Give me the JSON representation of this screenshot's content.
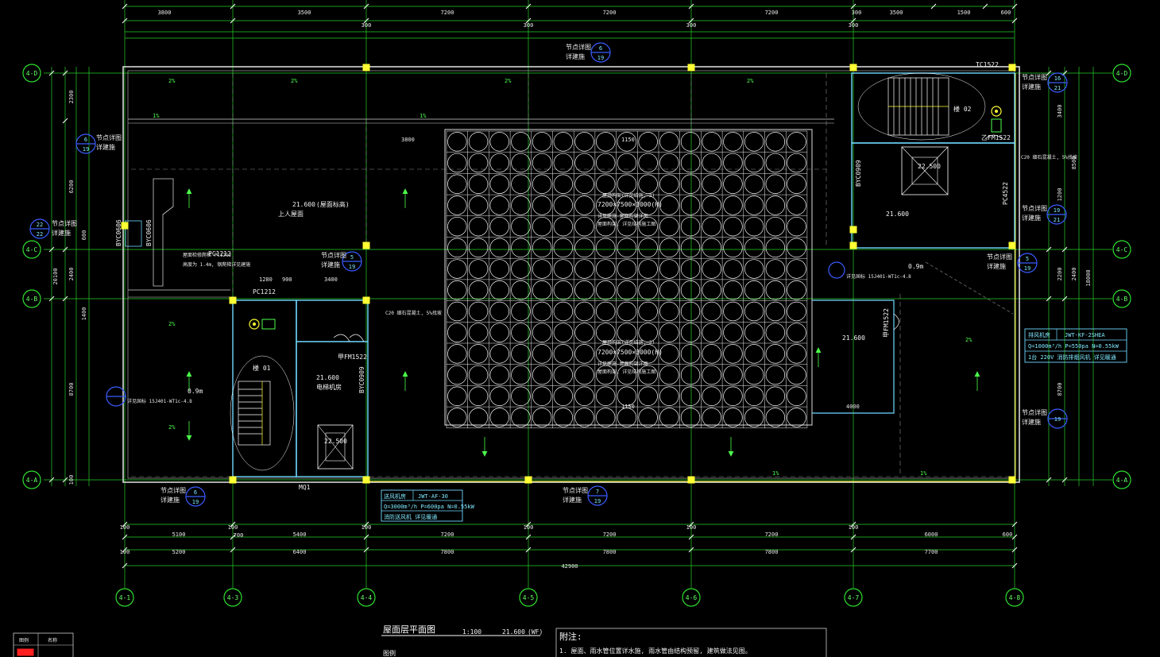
{
  "drawing": {
    "title": "屋面层平面图",
    "scale": "1:100",
    "level": "21.600",
    "level_suffix": "(WF)",
    "notes_heading": "附注:",
    "notes_line1": "1. 屋面、雨水管位置详水施, 雨水管由结构预留, 建筑做法见图。",
    "left_table_headers": [
      "图例",
      "名称"
    ],
    "left_table_note": "图例"
  },
  "axes": {
    "horizontal": [
      "4-D",
      "4-C",
      "4-B",
      "4-A"
    ],
    "vertical": [
      "4-1",
      "4-3",
      "4-4",
      "4-5",
      "4-6",
      "4-7",
      "4-8"
    ]
  },
  "dimensions": {
    "top_row1": [
      "3800",
      "3500",
      "7200",
      "7200",
      "7200",
      "300",
      "3500",
      "1500",
      "600"
    ],
    "top_row2": [
      "300",
      "300",
      "300",
      "300"
    ],
    "bottom_row1": [
      "5100",
      "5400",
      "7200",
      "7200",
      "7200",
      "6000",
      "600"
    ],
    "bottom_row2": [
      "5200",
      "6400",
      "7800",
      "7800",
      "7800",
      "7700"
    ],
    "bottom_small": [
      "100",
      "100",
      "700",
      "100",
      "100",
      "100",
      "100",
      "100"
    ],
    "total": "42900",
    "left_col": [
      "2300",
      "6200",
      "600",
      "2400",
      "1400",
      "8700",
      "100"
    ],
    "left_total": "20100",
    "right_col": [
      "3400",
      "1200",
      "2400",
      "8700",
      "2200",
      "8500"
    ],
    "right_total": "18000"
  },
  "labels": {
    "roof_level_upper": "21.600",
    "roof_note_upper": "(屋面标高)",
    "roof_note_upper2": "上人屋面",
    "level_21600": "21.600",
    "level_22500": "22.500",
    "level_22500b": "22.500",
    "level_21600c": "21.600",
    "level_21600d": "21.600",
    "slope_2pct": "2%",
    "slope_1pct": "1%",
    "tc_label": "TC1522",
    "pc_upper": "PC1212",
    "pc_mid": "PC1212",
    "pc_right": "PC4522",
    "by_left": "BYC0606",
    "by_left2": "BYC0606",
    "by_mid": "BYC0909",
    "by_right": "BYC0909",
    "fm_mid": "甲FM1522",
    "fm_right": "甲FM1522",
    "fm_upper_right": "乙FM1522",
    "mq_label": "MQ1",
    "stair_mid": "楼 01",
    "stair_right": "楼 02",
    "grille_text_top": "7200×7500×3000(H)",
    "grille_text_top2": "屋顶构架(详见结施, 3)",
    "grille_text_top3": "详见建施-屋面构架详图",
    "grille_text_top4": "屋面构架, 详见结构施工图",
    "grille_text_mid": "7200×7500×3000(H)",
    "grille_text_mid2": "屋顶构架(详见结施, 3)",
    "grille_text_mid3": "详见建施-屋面构架详图",
    "grille_text_mid4": "屋面构架, 详见结构施工图",
    "grille_dim_top": "1150",
    "grille_dim_bottom": "1150",
    "dim_3800": "3800",
    "dim_3400": "3400",
    "dim_1280": "1280",
    "dim_900": "900",
    "dim_4000": "4000",
    "dim_0_9m": "0.9m",
    "dim_0_9m_b": "0.9m",
    "note_parapet": "屋面检修爬梯 PC1212",
    "note_parapet2": "高度为 1.4m, 钢爬梯详见建施",
    "note_c20": "C20 细石混凝土, 5%找坡",
    "note_c20_b": "C20 细石混凝土, 5%找坡",
    "note_elev": "电梯机房",
    "note_ladder": "详见国标 15J401-WT1c-4.8",
    "note_ladder2": "详见国标 15J401-WT1c-4.8",
    "detail_label": "节点详图",
    "detail_sub": "详建施",
    "node_nums": [
      "6",
      "19",
      "5",
      "19",
      "22",
      "16",
      "21",
      "19",
      "5",
      "19",
      "7",
      "6",
      "19"
    ]
  },
  "equipment_table_right": {
    "title": "排风机房",
    "model": "JWT-KF-2SHEA",
    "row1": "Q=1000m³/h  P=550pa  N=0.55kW",
    "row2": "1台  220V   消防排烟风机  详见暖通"
  },
  "equipment_table_mid": {
    "title": "送风机房",
    "model": "JWT-AF-30",
    "row1": "Q=3000m³/h  P=600pa  N=0.55kW",
    "row2": "消防送风机  详见暖通"
  },
  "colors": {
    "background": "#000000",
    "wall": "#ffffff",
    "axis": "#00ff00",
    "dim": "#00ff00",
    "cyan": "#6fd8ff",
    "blue": "#3a5cff",
    "yellow": "#ffff33"
  }
}
